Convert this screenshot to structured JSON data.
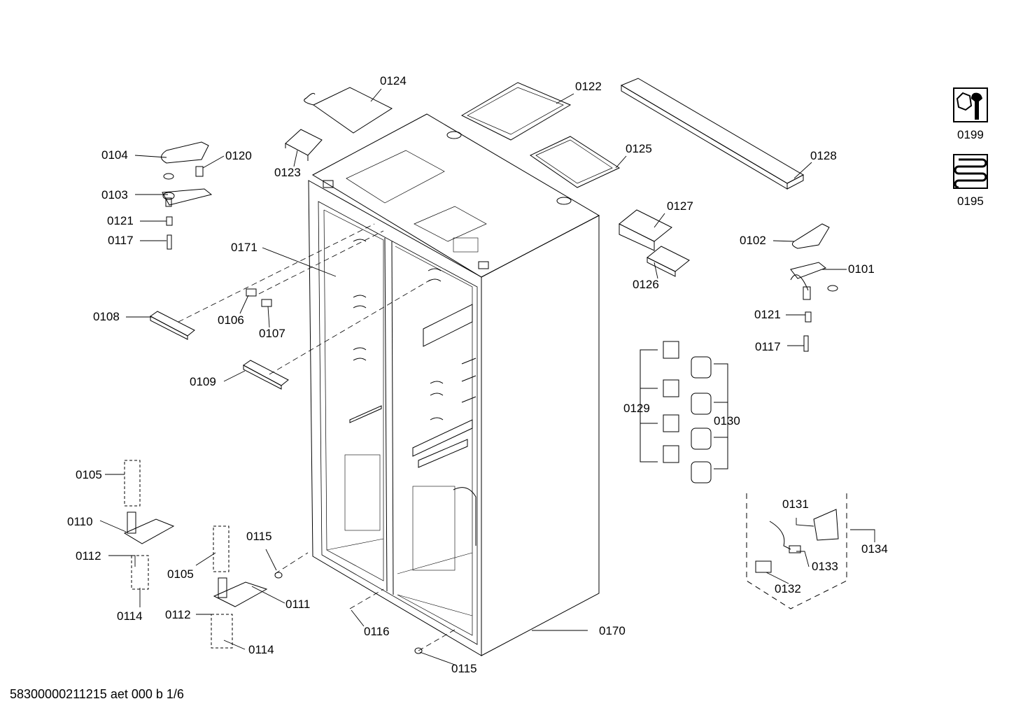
{
  "footer": {
    "code": "58300000211215 aet 000 b 1/6"
  },
  "side_icons": [
    {
      "name": "tool-icon",
      "label": "0199"
    },
    {
      "name": "heater-icon",
      "label": "0195"
    }
  ],
  "parts": {
    "p0124": "0124",
    "p0122": "0122",
    "p0104": "0104",
    "p0120": "0120",
    "p0123": "0123",
    "p0125": "0125",
    "p0128": "0128",
    "p0103": "0103",
    "p0127": "0127",
    "p0121a": "0121",
    "p0117a": "0117",
    "p0171": "0171",
    "p0102": "0102",
    "p0101": "0101",
    "p0126": "0126",
    "p0108": "0108",
    "p0106": "0106",
    "p0107": "0107",
    "p0121b": "0121",
    "p0117b": "0117",
    "p0109": "0109",
    "p0129": "0129",
    "p0130": "0130",
    "p0105a": "0105",
    "p0110": "0110",
    "p0131": "0131",
    "p0115a": "0115",
    "p0112a": "0112",
    "p0105b": "0105",
    "p0134": "0134",
    "p0133": "0133",
    "p0111": "0111",
    "p0114a": "0114",
    "p0132": "0132",
    "p0112b": "0112",
    "p0116": "0116",
    "p0170": "0170",
    "p0114b": "0114",
    "p0115b": "0115"
  }
}
